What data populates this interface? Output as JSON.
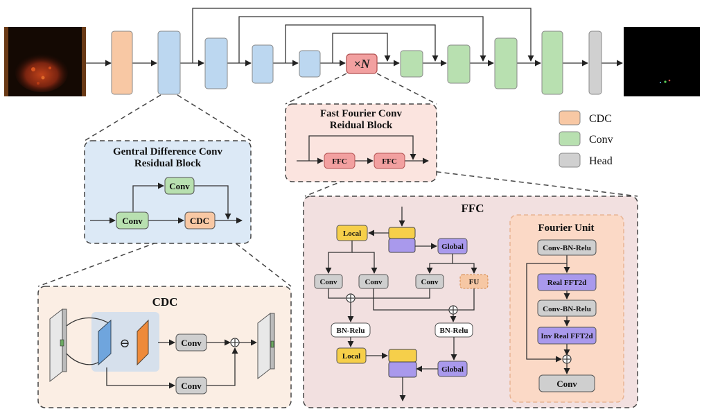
{
  "colors": {
    "cdc": "#f8c8a4",
    "conv": "#b8e0b0",
    "head": "#d0d0d0",
    "enc": "#bcd7f0",
    "ffc": "#f2a0a0",
    "local": "#f6cf4a",
    "global": "#a999ec",
    "fourier_op": "#a999ec",
    "gray_op": "#cfcfcf"
  },
  "pipeline": {
    "bottleneck_label": "×N"
  },
  "legend": [
    {
      "label": "CDC",
      "color_key": "cdc"
    },
    {
      "label": "Conv",
      "color_key": "conv"
    },
    {
      "label": "Head",
      "color_key": "head"
    }
  ],
  "gdc_block": {
    "title_line1": "Gentral Difference Conv",
    "title_line2": "Residual Block",
    "conv_top": "Conv",
    "conv_left": "Conv",
    "cdc": "CDC"
  },
  "ffc_block": {
    "title_line1": "Fast Fourier Conv",
    "title_line2": "Reidual Block",
    "ffc1": "FFC",
    "ffc2": "FFC"
  },
  "cdc_detail": {
    "title": "CDC",
    "minus": "⊖",
    "conv_top": "Conv",
    "conv_bottom": "Conv"
  },
  "ffc_detail": {
    "title": "FFC",
    "local_top": "Local",
    "global_top": "Global",
    "conv1": "Conv",
    "conv2": "Conv",
    "conv3": "Conv",
    "fu": "FU",
    "bnrelu_left": "BN-Relu",
    "bnrelu_right": "BN-Relu",
    "local_bottom": "Local",
    "global_bottom": "Global"
  },
  "fourier_unit": {
    "title": "Fourier Unit",
    "op1": "Conv-BN-Relu",
    "op2": "Real FFT2d",
    "op3": "Conv-BN-Relu",
    "op4": "Inv Real FFT2d",
    "op5": "Conv"
  }
}
